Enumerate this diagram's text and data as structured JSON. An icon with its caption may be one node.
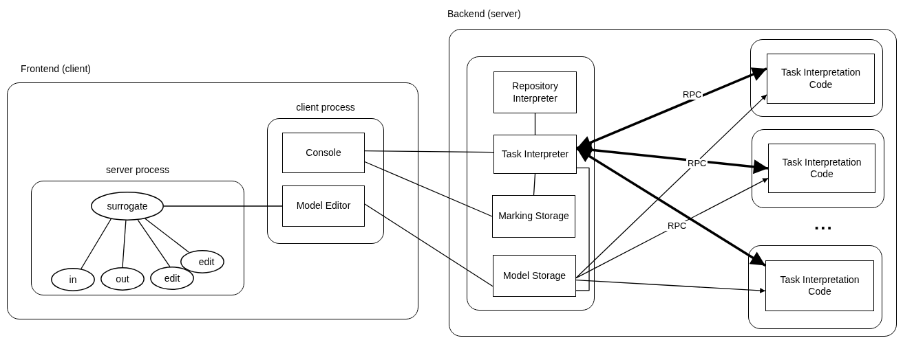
{
  "diagram": {
    "nodes": [
      {
        "text": [
          "Frontend (client)"
        ]
      },
      {
        "text": [
          "server process"
        ],
        "in": 0
      },
      {
        "text": [
          "surrogate"
        ],
        "in": 1
      },
      {
        "text": [
          "in"
        ],
        "in": 1
      },
      {
        "text": [
          "out"
        ],
        "in": 1
      },
      {
        "text": [
          "edit"
        ],
        "in": 1
      },
      {
        "text": [
          "edit"
        ],
        "in": 1
      },
      {
        "text": [
          "client process"
        ],
        "in": 0
      },
      {
        "text": [
          "Console"
        ],
        "in": 7
      },
      {
        "text": [
          "Model Editor"
        ],
        "in": 7
      },
      {
        "text": [
          "Backend (server)"
        ]
      },
      {
        "text": [],
        "shape": "box",
        "in": 10
      },
      {
        "text": [
          "Repository Interpreter"
        ],
        "in": 11
      },
      {
        "text": [
          "Task Interpreter"
        ],
        "in": 11
      },
      {
        "text": [
          "Marking Storage"
        ],
        "in": 11
      },
      {
        "text": [
          "Model Storage"
        ],
        "in": 11
      },
      {
        "text": [],
        "shape": "box",
        "in": 10
      },
      {
        "text": [
          "Task Interpretation Code"
        ],
        "in": 16
      },
      {
        "text": [],
        "shape": "box",
        "in": 10
      },
      {
        "text": [
          "Task Interpretation Code"
        ],
        "in": 18
      },
      {
        "text": [],
        "shape": "box",
        "in": 10
      },
      {
        "text": [
          "Task Interpretation Code"
        ],
        "in": 20
      }
    ],
    "edges": [
      {
        "from": 2,
        "to": 3,
        "arrow": "none"
      },
      {
        "from": 2,
        "to": 4,
        "arrow": "none"
      },
      {
        "from": 2,
        "to": 5,
        "arrow": "none"
      },
      {
        "from": 2,
        "to": 6,
        "arrow": "none"
      },
      {
        "from": 2,
        "to": 9,
        "arrow": "none"
      },
      {
        "from": 8,
        "to": 13,
        "arrow": "none"
      },
      {
        "from": 8,
        "to": 14,
        "arrow": "none"
      },
      {
        "from": 9,
        "to": 15,
        "arrow": "none"
      },
      {
        "from": 12,
        "to": 13,
        "arrow": "none"
      },
      {
        "from": 13,
        "to": 14,
        "arrow": "none"
      },
      {
        "from": 13,
        "to": 15,
        "arrow": "none"
      },
      {
        "from": 13,
        "to": 17,
        "arrow": "both",
        "label": "RPC",
        "style": "thick"
      },
      {
        "from": 13,
        "to": 19,
        "arrow": "both",
        "label": "RPC",
        "style": "thick"
      },
      {
        "from": 13,
        "to": 21,
        "arrow": "both",
        "label": "RPC",
        "style": "thick"
      },
      {
        "from": 15,
        "to": 17,
        "arrow": "to"
      },
      {
        "from": 15,
        "to": 19,
        "arrow": "to"
      },
      {
        "from": 15,
        "to": 21,
        "arrow": "to"
      }
    ],
    "labels": [
      "..."
    ]
  }
}
